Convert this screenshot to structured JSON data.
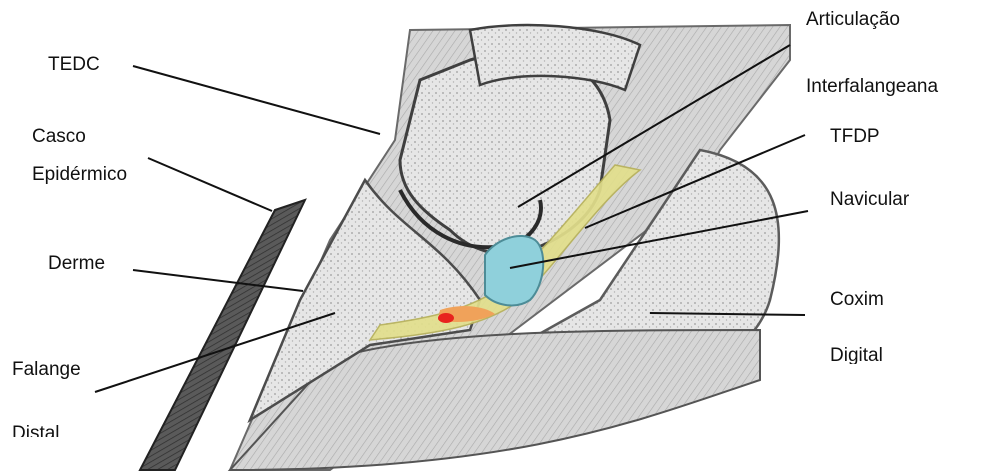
{
  "labels": {
    "tedc": "TEDC",
    "articulacao_1": "Articulação",
    "articulacao_2": "Interfalangeana",
    "casco_1": "Casco",
    "casco_2": "Epidérmico",
    "tfdp": "TFDP",
    "navicular": "Navicular",
    "derme": "Derme",
    "coxim_1": "Coxim",
    "coxim_2": "Digital",
    "falange_1": "Falange",
    "falange_2": "Distal"
  },
  "colors": {
    "leader_line": "#111111",
    "tendon_tfdp": "#e2df8c",
    "navicular_bone": "#8fd0db",
    "orange_region": "#f0a25a",
    "red_region": "#e8231e"
  }
}
